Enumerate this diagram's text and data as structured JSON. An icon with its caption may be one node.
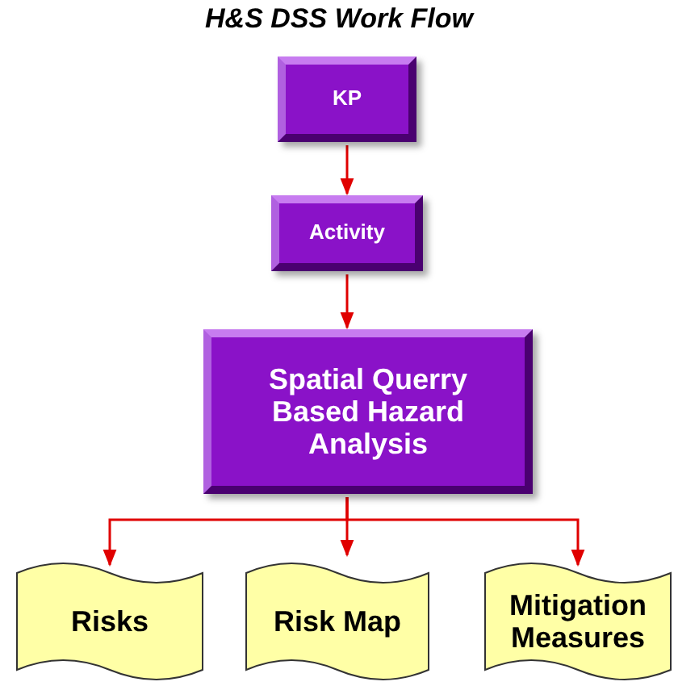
{
  "diagram": {
    "title": "H&S DSS Work Flow",
    "nodes": [
      {
        "text": [
          "KP"
        ]
      },
      {
        "text": [
          "Activity"
        ]
      },
      {
        "text": [
          "Spatial Querry Based Hazard Analysis"
        ]
      },
      {
        "text": [
          "Risks"
        ]
      },
      {
        "text": [
          "Risk Map"
        ]
      },
      {
        "text": [
          "Mitigation Measures"
        ]
      }
    ],
    "edges": [
      {
        "from": 0,
        "to": 1,
        "arrow": "to"
      },
      {
        "from": 1,
        "to": 2,
        "arrow": "to"
      },
      {
        "from": 2,
        "to": 3,
        "arrow": "to"
      },
      {
        "from": 2,
        "to": 4,
        "arrow": "to"
      },
      {
        "from": 2,
        "to": 5,
        "arrow": "to"
      }
    ]
  }
}
